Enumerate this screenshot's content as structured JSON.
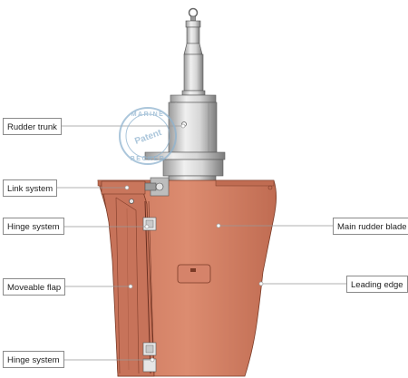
{
  "labels": {
    "rudder_trunk": "Rudder trunk",
    "link_system": "Link system",
    "hinge_system_upper": "Hinge system",
    "moveable_flap": "Moveable flap",
    "hinge_system_lower": "Hinge system",
    "main_rudder_blade": "Main rudder blade",
    "leading_edge": "Leading edge"
  },
  "stamp": {
    "top_text": "MARINE",
    "middle_text": "Patent",
    "bottom_text": "BECKER"
  },
  "colors": {
    "blade": "#d9876b",
    "blade_shadow": "#b9684e",
    "blade_outline": "#7a3a26",
    "shaft_light": "#e4e4e4",
    "shaft_dark": "#8a8a8a",
    "leader_line": "#999999",
    "stamp": "#8fb3cf"
  }
}
